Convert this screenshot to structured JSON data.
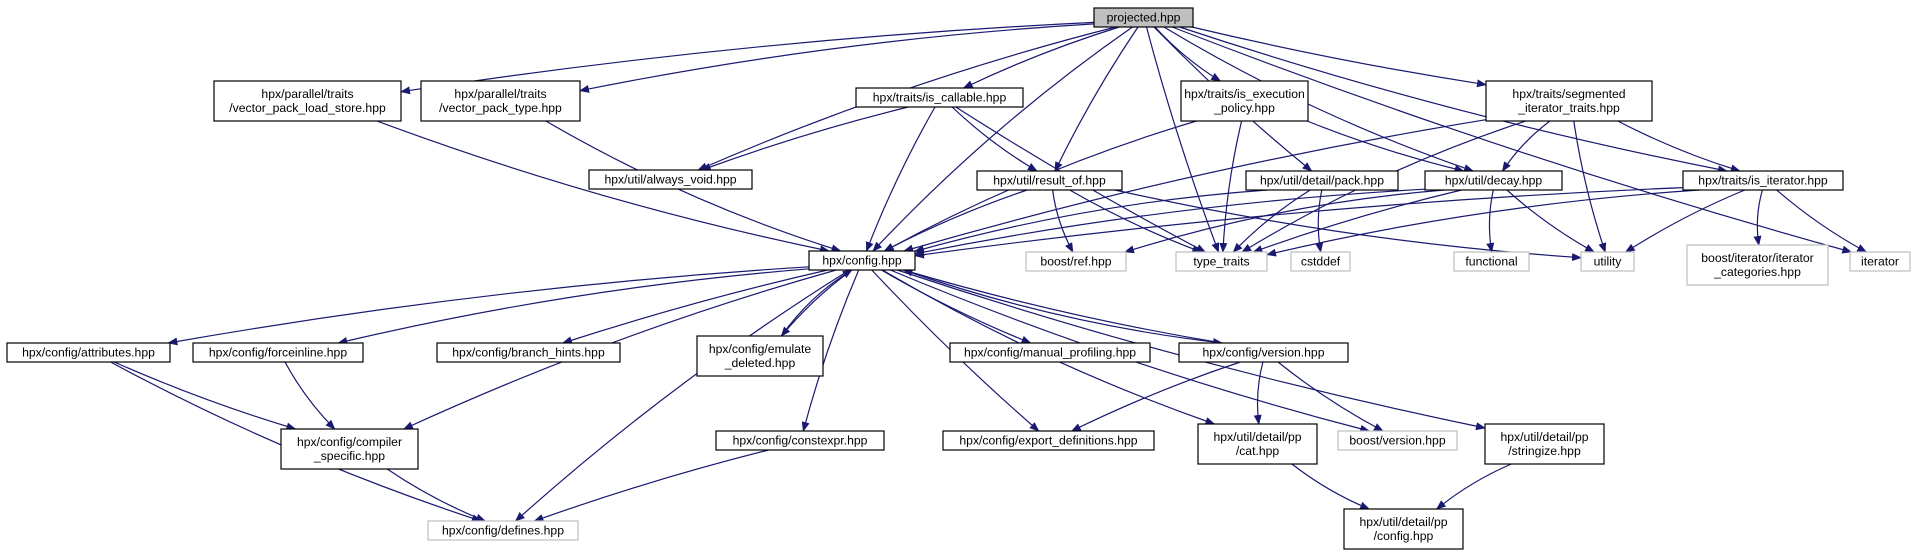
{
  "colors": {
    "edge": "#191970",
    "node_border": "#000000",
    "external_border": "#bfbfbf",
    "root_fill": "#bfbfbf",
    "node_fill": "#ffffff"
  },
  "nodes": [
    {
      "id": "projected",
      "lines": [
        "projected.hpp"
      ],
      "kind": "root"
    },
    {
      "id": "vpls",
      "lines": [
        "hpx/parallel/traits",
        "/vector_pack_load_store.hpp"
      ],
      "kind": "header"
    },
    {
      "id": "vpt",
      "lines": [
        "hpx/parallel/traits",
        "/vector_pack_type.hpp"
      ],
      "kind": "header"
    },
    {
      "id": "is_callable",
      "lines": [
        "hpx/traits/is_callable.hpp"
      ],
      "kind": "header"
    },
    {
      "id": "is_exec",
      "lines": [
        "hpx/traits/is_execution",
        "_policy.hpp"
      ],
      "kind": "header"
    },
    {
      "id": "seg_iter",
      "lines": [
        "hpx/traits/segmented",
        "_iterator_traits.hpp"
      ],
      "kind": "header"
    },
    {
      "id": "always_void",
      "lines": [
        "hpx/util/always_void.hpp"
      ],
      "kind": "header"
    },
    {
      "id": "result_of",
      "lines": [
        "hpx/util/result_of.hpp"
      ],
      "kind": "header"
    },
    {
      "id": "pack",
      "lines": [
        "hpx/util/detail/pack.hpp"
      ],
      "kind": "header"
    },
    {
      "id": "decay",
      "lines": [
        "hpx/util/decay.hpp"
      ],
      "kind": "header"
    },
    {
      "id": "is_iterator",
      "lines": [
        "hpx/traits/is_iterator.hpp"
      ],
      "kind": "header"
    },
    {
      "id": "config",
      "lines": [
        "hpx/config.hpp"
      ],
      "kind": "header"
    },
    {
      "id": "boost_ref",
      "lines": [
        "boost/ref.hpp"
      ],
      "kind": "external"
    },
    {
      "id": "type_traits",
      "lines": [
        "type_traits"
      ],
      "kind": "external"
    },
    {
      "id": "cstddef",
      "lines": [
        "cstddef"
      ],
      "kind": "external"
    },
    {
      "id": "functional",
      "lines": [
        "functional"
      ],
      "kind": "external"
    },
    {
      "id": "utility",
      "lines": [
        "utility"
      ],
      "kind": "external"
    },
    {
      "id": "boost_iter_cat",
      "lines": [
        "boost/iterator/iterator",
        "_categories.hpp"
      ],
      "kind": "external"
    },
    {
      "id": "iterator",
      "lines": [
        "iterator"
      ],
      "kind": "external"
    },
    {
      "id": "attributes",
      "lines": [
        "hpx/config/attributes.hpp"
      ],
      "kind": "header"
    },
    {
      "id": "forceinline",
      "lines": [
        "hpx/config/forceinline.hpp"
      ],
      "kind": "header"
    },
    {
      "id": "branch_hints",
      "lines": [
        "hpx/config/branch_hints.hpp"
      ],
      "kind": "header"
    },
    {
      "id": "emulate_deleted",
      "lines": [
        "hpx/config/emulate",
        "_deleted.hpp"
      ],
      "kind": "header"
    },
    {
      "id": "manual_profiling",
      "lines": [
        "hpx/config/manual_profiling.hpp"
      ],
      "kind": "header"
    },
    {
      "id": "version",
      "lines": [
        "hpx/config/version.hpp"
      ],
      "kind": "header"
    },
    {
      "id": "compiler_specific",
      "lines": [
        "hpx/config/compiler",
        "_specific.hpp"
      ],
      "kind": "header"
    },
    {
      "id": "constexpr",
      "lines": [
        "hpx/config/constexpr.hpp"
      ],
      "kind": "header"
    },
    {
      "id": "export_defs",
      "lines": [
        "hpx/config/export_definitions.hpp"
      ],
      "kind": "header"
    },
    {
      "id": "pp_cat",
      "lines": [
        "hpx/util/detail/pp",
        "/cat.hpp"
      ],
      "kind": "header"
    },
    {
      "id": "boost_version",
      "lines": [
        "boost/version.hpp"
      ],
      "kind": "external"
    },
    {
      "id": "pp_stringize",
      "lines": [
        "hpx/util/detail/pp",
        "/stringize.hpp"
      ],
      "kind": "header"
    },
    {
      "id": "defines",
      "lines": [
        "hpx/config/defines.hpp"
      ],
      "kind": "external"
    },
    {
      "id": "pp_config",
      "lines": [
        "hpx/util/detail/pp",
        "/config.hpp"
      ],
      "kind": "header"
    }
  ],
  "edges": [
    [
      "projected",
      "vpls"
    ],
    [
      "projected",
      "vpt"
    ],
    [
      "projected",
      "is_callable"
    ],
    [
      "projected",
      "is_exec"
    ],
    [
      "projected",
      "seg_iter"
    ],
    [
      "projected",
      "always_void"
    ],
    [
      "projected",
      "result_of"
    ],
    [
      "projected",
      "pack"
    ],
    [
      "projected",
      "decay"
    ],
    [
      "projected",
      "is_iterator"
    ],
    [
      "projected",
      "config"
    ],
    [
      "projected",
      "type_traits"
    ],
    [
      "projected",
      "iterator"
    ],
    [
      "vpls",
      "config"
    ],
    [
      "vpt",
      "config"
    ],
    [
      "is_callable",
      "always_void"
    ],
    [
      "is_callable",
      "result_of"
    ],
    [
      "is_callable",
      "config"
    ],
    [
      "is_callable",
      "type_traits"
    ],
    [
      "is_exec",
      "config"
    ],
    [
      "is_exec",
      "decay"
    ],
    [
      "is_exec",
      "type_traits"
    ],
    [
      "seg_iter",
      "config"
    ],
    [
      "seg_iter",
      "decay"
    ],
    [
      "seg_iter",
      "is_iterator"
    ],
    [
      "seg_iter",
      "type_traits"
    ],
    [
      "seg_iter",
      "utility"
    ],
    [
      "result_of",
      "config"
    ],
    [
      "result_of",
      "boost_ref"
    ],
    [
      "result_of",
      "type_traits"
    ],
    [
      "result_of",
      "utility"
    ],
    [
      "pack",
      "config"
    ],
    [
      "pack",
      "type_traits"
    ],
    [
      "pack",
      "cstddef"
    ],
    [
      "decay",
      "config"
    ],
    [
      "decay",
      "boost_ref"
    ],
    [
      "decay",
      "type_traits"
    ],
    [
      "decay",
      "functional"
    ],
    [
      "decay",
      "utility"
    ],
    [
      "is_iterator",
      "config"
    ],
    [
      "is_iterator",
      "type_traits"
    ],
    [
      "is_iterator",
      "utility"
    ],
    [
      "is_iterator",
      "boost_iter_cat"
    ],
    [
      "is_iterator",
      "iterator"
    ],
    [
      "config",
      "attributes"
    ],
    [
      "config",
      "forceinline"
    ],
    [
      "config",
      "branch_hints"
    ],
    [
      "config",
      "emulate_deleted"
    ],
    [
      "config",
      "manual_profiling"
    ],
    [
      "config",
      "version"
    ],
    [
      "config",
      "compiler_specific"
    ],
    [
      "config",
      "constexpr"
    ],
    [
      "config",
      "export_defs"
    ],
    [
      "config",
      "pp_cat"
    ],
    [
      "config",
      "boost_version"
    ],
    [
      "config",
      "pp_stringize"
    ],
    [
      "config",
      "defines"
    ],
    [
      "emulate_deleted",
      "config"
    ],
    [
      "version",
      "config"
    ],
    [
      "version",
      "export_defs"
    ],
    [
      "version",
      "pp_cat"
    ],
    [
      "version",
      "boost_version"
    ],
    [
      "attributes",
      "compiler_specific"
    ],
    [
      "attributes",
      "defines"
    ],
    [
      "forceinline",
      "compiler_specific"
    ],
    [
      "compiler_specific",
      "defines"
    ],
    [
      "constexpr",
      "defines"
    ],
    [
      "pp_cat",
      "pp_config"
    ],
    [
      "pp_stringize",
      "pp_config"
    ]
  ]
}
